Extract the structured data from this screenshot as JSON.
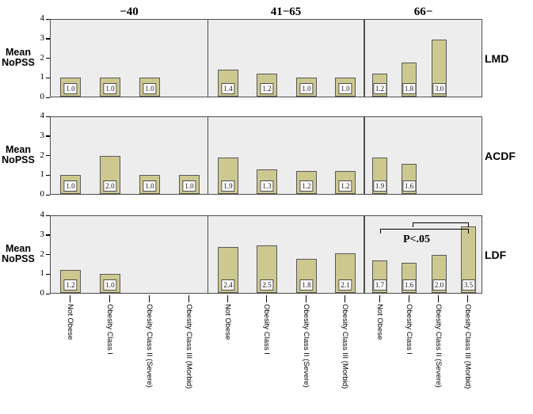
{
  "chart_data": {
    "type": "bar",
    "title": "",
    "xlabel": "",
    "ylabel": "Mean NoPSS",
    "ylim": [
      0,
      4
    ],
    "yticks": [
      "0",
      "1",
      "2",
      "3",
      "4"
    ],
    "grid": false,
    "legend": "none",
    "col_facets": [
      "−40",
      "41−65",
      "66−"
    ],
    "row_facets": [
      "LMD",
      "ACDF",
      "LDF"
    ],
    "categories": [
      "Not Obese",
      "Obesity Class I",
      "Obesity Class II (Severe)",
      "Obesity Class III (Morbid)"
    ],
    "panels": [
      {
        "row": "LMD",
        "col": "−40",
        "values": [
          1.0,
          1.0,
          1.0,
          null
        ],
        "labels": [
          "1.0",
          "1.0",
          "1.0",
          null
        ]
      },
      {
        "row": "LMD",
        "col": "41−65",
        "values": [
          1.4,
          1.2,
          1.0,
          1.0
        ],
        "labels": [
          "1.4",
          "1.2",
          "1.0",
          "1.0"
        ]
      },
      {
        "row": "LMD",
        "col": "66−",
        "values": [
          1.2,
          1.8,
          3.0,
          null
        ],
        "labels": [
          "1.2",
          "1.8",
          "3.0",
          null
        ]
      },
      {
        "row": "ACDF",
        "col": "−40",
        "values": [
          1.0,
          2.0,
          1.0,
          1.0
        ],
        "labels": [
          "1.0",
          "2.0",
          "1.0",
          "1.0"
        ]
      },
      {
        "row": "ACDF",
        "col": "41−65",
        "values": [
          1.9,
          1.3,
          1.2,
          1.2
        ],
        "labels": [
          "1.9",
          "1.3",
          "1.2",
          "1.2"
        ]
      },
      {
        "row": "ACDF",
        "col": "66−",
        "values": [
          1.9,
          1.6,
          null,
          null
        ],
        "labels": [
          "1.9",
          "1.6",
          null,
          null
        ]
      },
      {
        "row": "LDF",
        "col": "−40",
        "values": [
          1.2,
          1.0,
          null,
          null
        ],
        "labels": [
          "1.2",
          "1.0",
          null,
          null
        ]
      },
      {
        "row": "LDF",
        "col": "41−65",
        "values": [
          2.4,
          2.5,
          1.8,
          2.1
        ],
        "labels": [
          "2.4",
          "2.5",
          "1.8",
          "2.1"
        ]
      },
      {
        "row": "LDF",
        "col": "66−",
        "values": [
          1.7,
          1.6,
          2.0,
          3.5
        ],
        "labels": [
          "1.7",
          "1.6",
          "2.0",
          "3.5"
        ]
      }
    ],
    "annotations": [
      {
        "panel_row": "LDF",
        "panel_col": "66−",
        "text": "P<.05",
        "brackets": 2
      }
    ],
    "colors": {
      "bar_fill": "#cdc88f",
      "bar_stroke": "#595959",
      "panel_bg": "#ededed",
      "panel_border": "#4d4d4d",
      "label_box_bg": "#ffffff",
      "text": "#000000",
      "page_bg": "#ffffff"
    }
  }
}
